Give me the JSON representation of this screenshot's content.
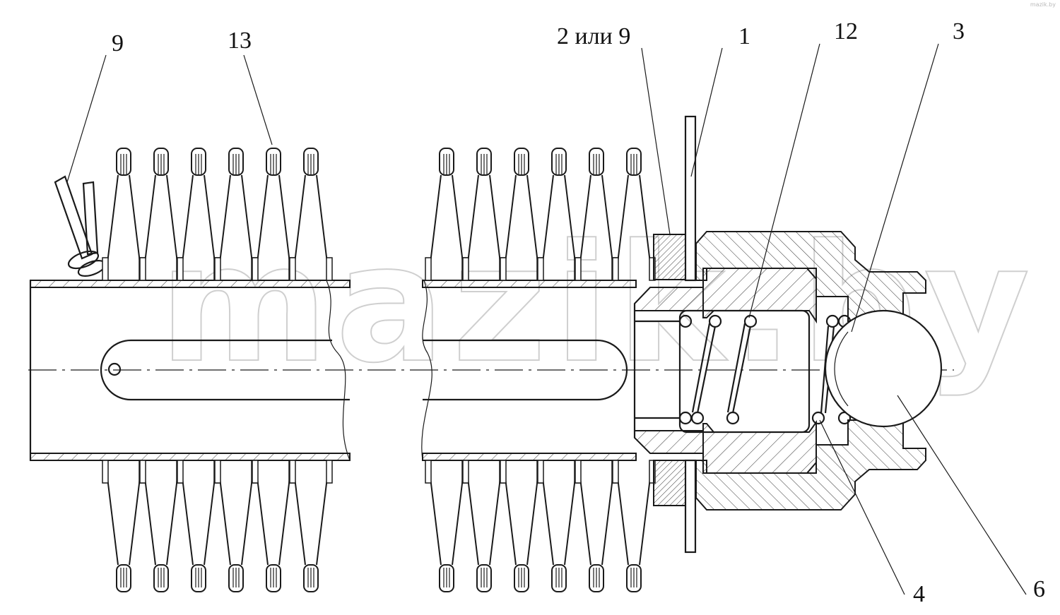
{
  "labels": {
    "l9": "9",
    "l13": "13",
    "l2or9": "2 или 9",
    "l1": "1",
    "l12": "12",
    "l3": "3",
    "l4": "4",
    "l6": "6"
  },
  "watermark": "mazik.by",
  "corner_mark": "mazik.by"
}
